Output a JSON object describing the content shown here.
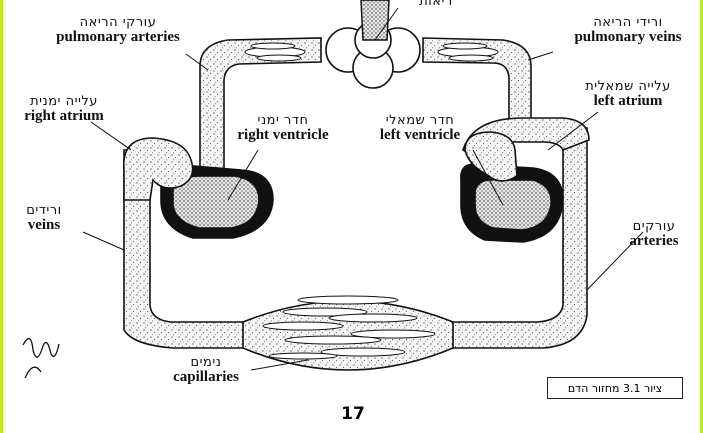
{
  "labels": {
    "lungs": {
      "he": "ריאות"
    },
    "pulmonary_arteries": {
      "he": "עורקי הריאה",
      "en": "pulmonary arteries"
    },
    "pulmonary_veins": {
      "he": "ורידי הריאה",
      "en": "pulmonary veins"
    },
    "right_atrium": {
      "he": "עלייה ימנית",
      "en": "right atrium"
    },
    "left_atrium": {
      "he": "עלייה שמאלית",
      "en": "left atrium"
    },
    "right_ventricle": {
      "he": "חדר ימני",
      "en": "right ventricle"
    },
    "left_ventricle": {
      "he": "חדר שמאלי",
      "en": "left ventricle"
    },
    "veins": {
      "he": "ורידים",
      "en": "veins"
    },
    "arteries": {
      "he": "עורקים",
      "en": "arteries"
    },
    "capillaries": {
      "he": "נימים",
      "en": "capillaries"
    }
  },
  "caption": "ציור 3.1  מחזור הדם",
  "page_number": "17",
  "colors": {
    "frame": "#b8ec1c",
    "ink": "#111111",
    "vessel_fill": "#f2f2f2"
  }
}
